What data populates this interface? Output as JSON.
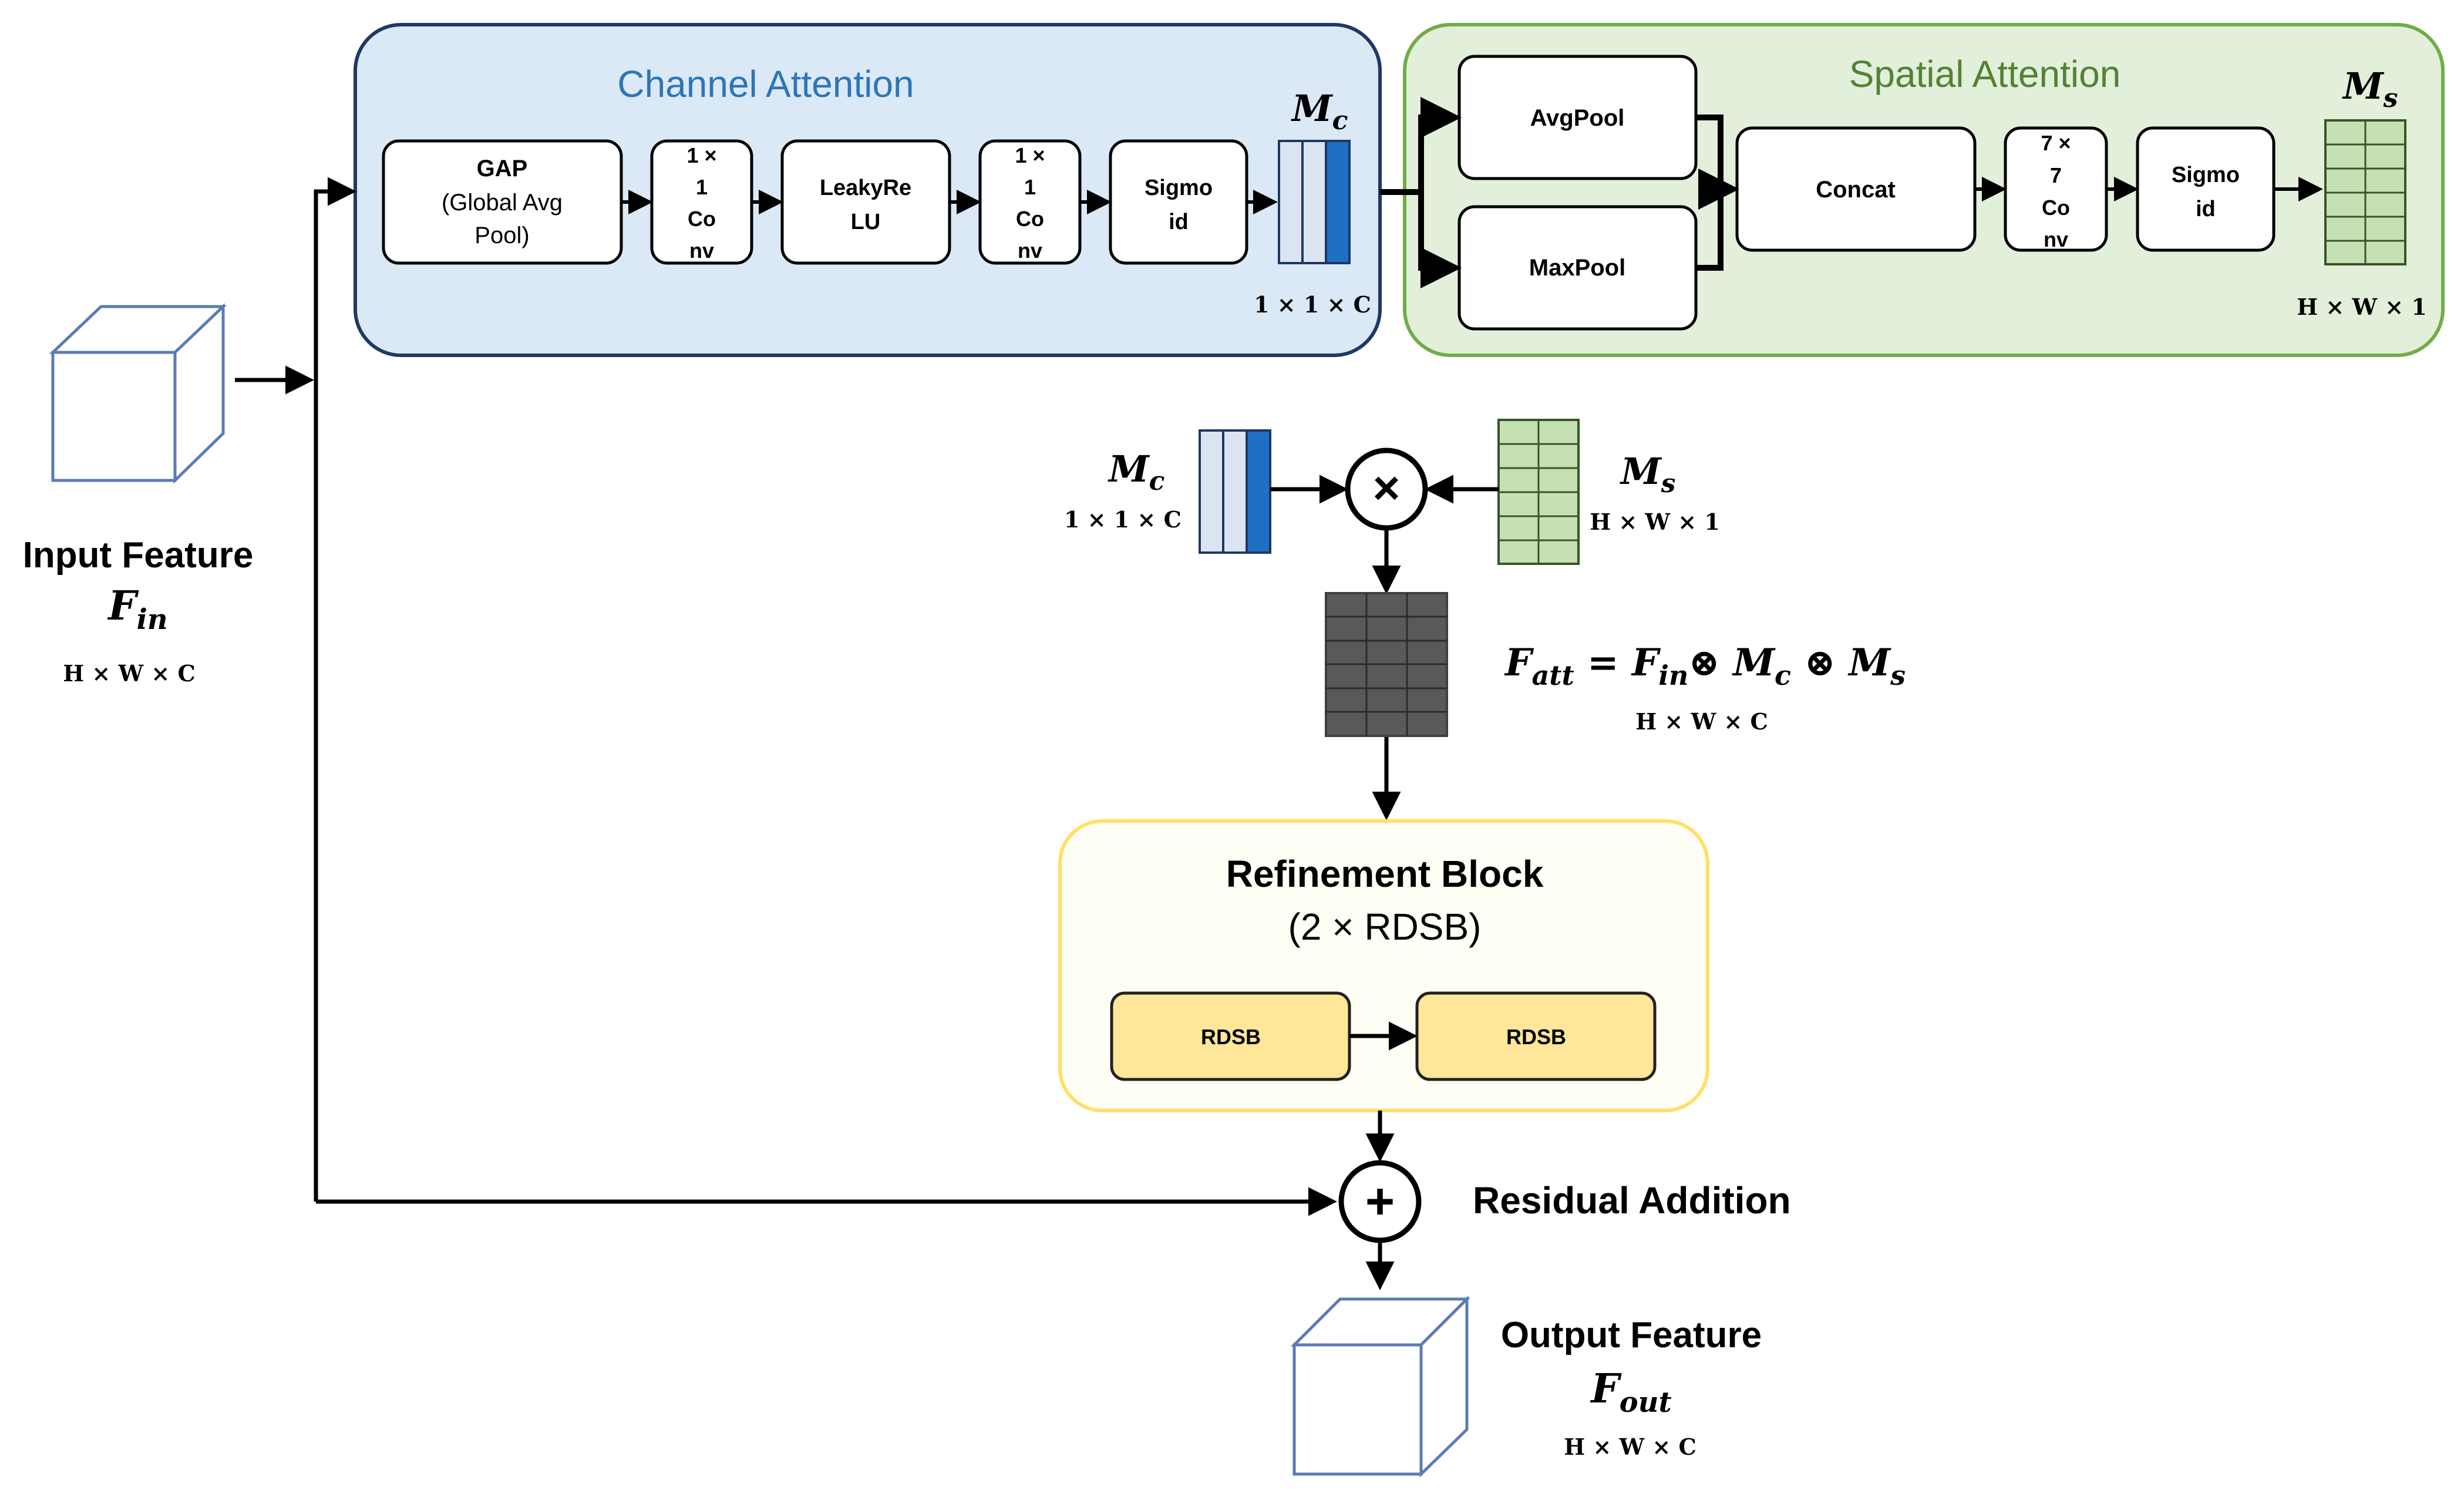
{
  "colors": {
    "channel_fill": "#dbe9f6",
    "channel_stroke": "#1f3864",
    "channel_title": "#2e75b6",
    "spatial_fill": "#e2efda",
    "spatial_stroke": "#70ad47",
    "spatial_title": "#548235",
    "refine_fill": "#fffef5",
    "refine_stroke": "#ffe066",
    "rdsb_fill": "#ffe699",
    "mc_light": "#dbe5f1",
    "mc_dark": "#1f6fc5",
    "ms_fill": "#c6e0b4",
    "ms_stroke": "#375623",
    "fatt_fill": "#595959",
    "cube_stroke": "#5b7bb4",
    "line": "#000000"
  },
  "channel_attention": {
    "title": "Channel Attention",
    "gap": {
      "line1": "GAP",
      "line2": "(Global Avg",
      "line3": "Pool)"
    },
    "conv1": {
      "line1": "1 ×",
      "line2": "1",
      "line3": "Co",
      "line4": "nv"
    },
    "leaky": {
      "line1": "LeakyRe",
      "line2": "LU"
    },
    "conv2": {
      "line1": "1 ×",
      "line2": "1",
      "line3": "Co",
      "line4": "nv"
    },
    "sigmoid": {
      "line1": "Sigmo",
      "line2": "id"
    },
    "mc_label": {
      "base": "M",
      "sub": "c"
    },
    "mc_dims": "1 × 1 × C"
  },
  "spatial_attention": {
    "title": "Spatial Attention",
    "avgpool": "AvgPool",
    "maxpool": "MaxPool",
    "concat": "Concat",
    "conv7": {
      "line1": "7 ×",
      "line2": "7",
      "line3": "Co",
      "line4": "nv"
    },
    "sigmoid": {
      "line1": "Sigmo",
      "line2": "id"
    },
    "ms_label": {
      "base": "M",
      "sub": "s"
    },
    "ms_dims": "H × W × 1"
  },
  "input": {
    "title": "Input Feature",
    "symbol": {
      "base": "F",
      "sub": "in"
    },
    "dims": "H × W × C"
  },
  "fusion": {
    "mc_label": {
      "base": "M",
      "sub": "c"
    },
    "mc_dims": "1 × 1 × C",
    "ms_label": {
      "base": "M",
      "sub": "s"
    },
    "ms_dims": "H × W × 1",
    "multiply_symbol": "×",
    "equation": {
      "f": "F",
      "att": "att",
      "eq": " = ",
      "f2": "F",
      "in": "in",
      "otimes1": "⊗",
      "m1": " M",
      "c": "c",
      "otimes2": " ⊗",
      "m2": " M",
      "s": "s"
    },
    "fatt_dims": "H × W × C"
  },
  "refinement": {
    "title": "Refinement Block",
    "subtitle": "(2 × RDSB)",
    "block1": "RDSB",
    "block2": "RDSB"
  },
  "residual": {
    "symbol": "+",
    "label": "Residual Addition"
  },
  "output": {
    "title": "Output Feature",
    "symbol": {
      "base": "F",
      "sub": "out"
    },
    "dims": "H × W × C"
  }
}
